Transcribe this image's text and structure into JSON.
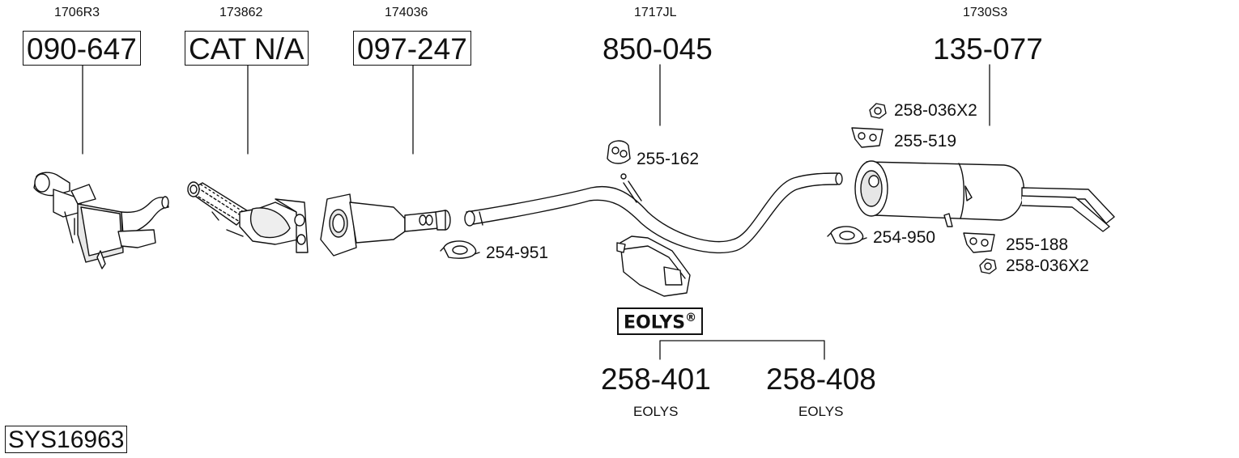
{
  "system_code": "SYS16963",
  "columns": [
    {
      "ref": "1706R3",
      "part_number": "090-647",
      "boxed": true
    },
    {
      "ref": "173862",
      "part_number": "CAT N/A",
      "boxed": true
    },
    {
      "ref": "174036",
      "part_number": "097-247",
      "boxed": true
    },
    {
      "ref": "1717JL",
      "part_number": "850-045",
      "boxed": false
    },
    {
      "ref": "1730S3",
      "part_number": "135-077",
      "boxed": false
    }
  ],
  "accessories": [
    {
      "label": "258-036X2",
      "icon": "nut-icon"
    },
    {
      "label": "255-519",
      "icon": "rubber-hanger-icon"
    },
    {
      "label": "255-162",
      "icon": "rubber-mount-icon"
    },
    {
      "label": "254-951",
      "icon": "clamp-icon"
    },
    {
      "label": "254-950",
      "icon": "clamp-icon"
    },
    {
      "label": "255-188",
      "icon": "rubber-hanger-icon"
    },
    {
      "label": "258-036X2",
      "icon": "nut-icon"
    }
  ],
  "eolys": {
    "badge": "EOLYS",
    "trademark": "®",
    "items": [
      {
        "part_number": "258-401",
        "caption": "EOLYS"
      },
      {
        "part_number": "258-408",
        "caption": "EOLYS"
      }
    ]
  },
  "colors": {
    "line": "#111111",
    "part_fill": "#ffffff",
    "shade": "#d9d9d9"
  }
}
